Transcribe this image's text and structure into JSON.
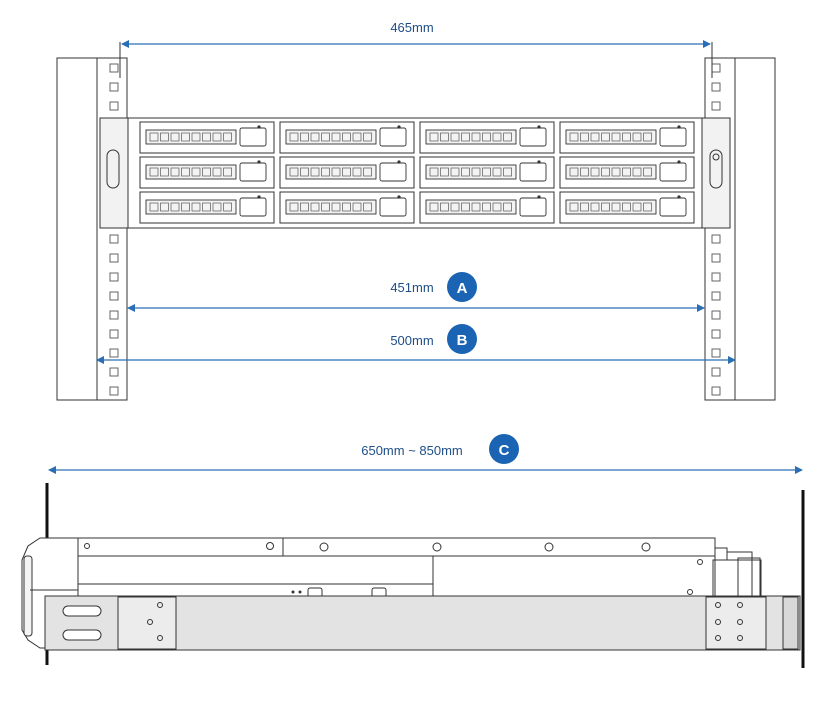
{
  "front_view": {
    "dimensions": [
      {
        "id": "rack-width",
        "label": "465mm",
        "badge": ""
      },
      {
        "id": "a",
        "label": "451mm",
        "badge": "A"
      },
      {
        "id": "b",
        "label": "500mm",
        "badge": "B"
      }
    ],
    "drive_bays": {
      "rows": 3,
      "columns": 4
    }
  },
  "side_view": {
    "dimensions": [
      {
        "id": "c",
        "label": "650mm ~ 850mm",
        "badge": "C"
      }
    ]
  },
  "colors": {
    "dimension_line": "#2a6fb5",
    "dimension_text": "#1f4f86",
    "badge_fill": "#1a64b3",
    "outline": "#333333",
    "panel_gray": "#e6e6e6"
  }
}
